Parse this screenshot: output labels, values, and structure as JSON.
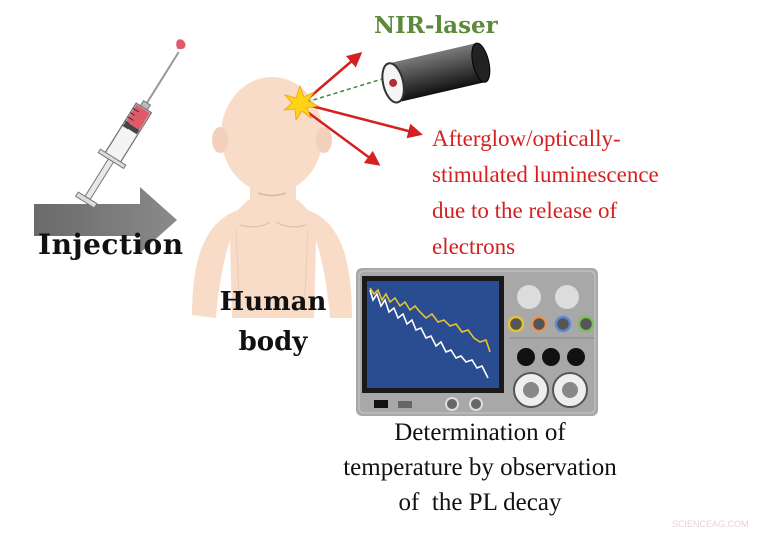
{
  "labels": {
    "nir_laser": "NIR-laser",
    "afterglow_lines": [
      "Afterglow/optically-",
      "stimulated luminescence",
      "due to the release of",
      "electrons"
    ],
    "injection": "Injection",
    "human_body_lines": [
      "Human",
      "body"
    ],
    "determination_lines": [
      "Determination of",
      "temperature by observation",
      "of  the PL decay"
    ],
    "watermark": "SCIENCEAG.COM"
  },
  "colors": {
    "nir_label": "#5a8a3a",
    "afterglow_text": "#d42020",
    "arrows": "#d42020",
    "skin": "#f8dcc8",
    "screen": "#2a4d91",
    "device_body": "#a8a8a8",
    "decay_trace_bright": "#ffffff",
    "decay_trace_yellow": "#e8c030",
    "syringe_liquid": "#e05a6a",
    "injection_arrow": "#707070"
  },
  "icons": {
    "syringe": "syringe-icon",
    "laser": "laser-cylinder-icon",
    "burst": "starburst-icon",
    "oscilloscope": "oscilloscope-icon"
  }
}
